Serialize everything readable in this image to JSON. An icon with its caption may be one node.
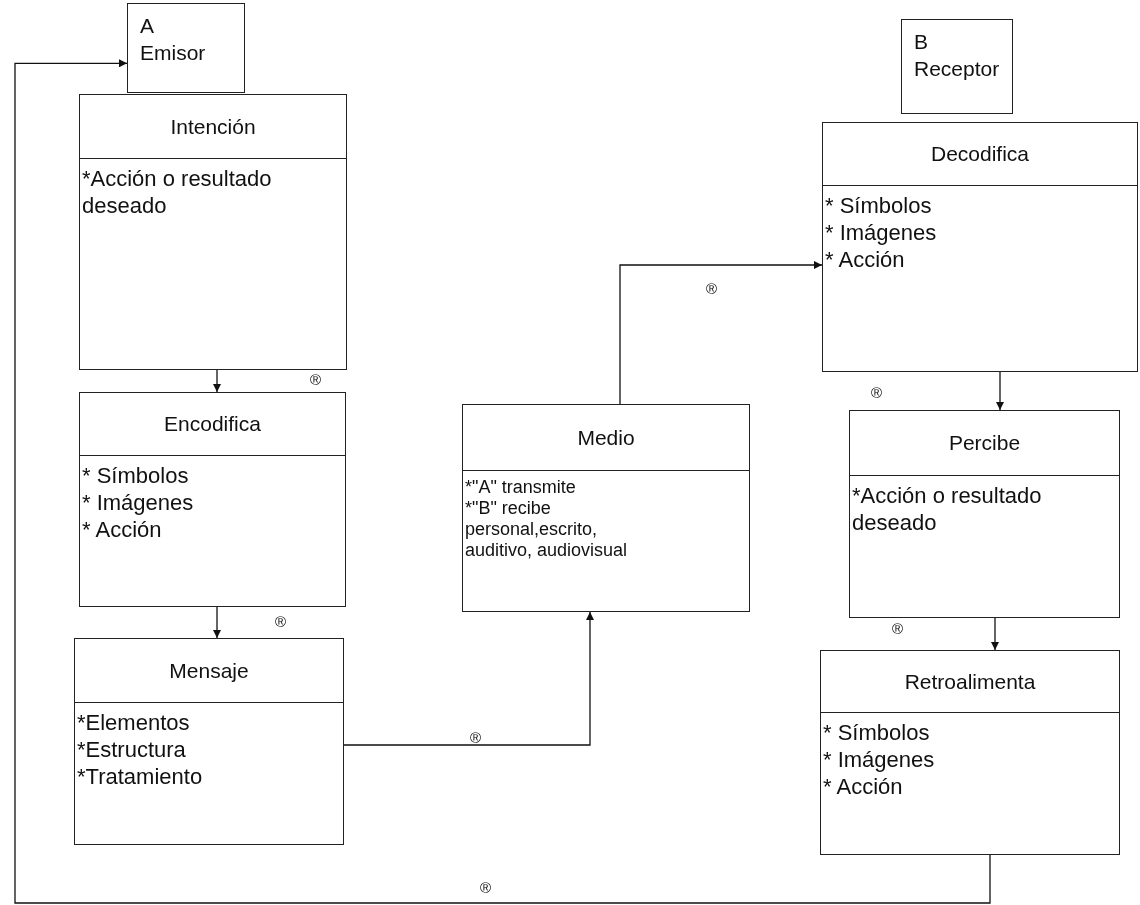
{
  "diagram": {
    "nodes": [
      {
        "text": [
          "A Emisor"
        ]
      },
      {
        "text": [
          "B Receptor"
        ]
      },
      {
        "text": [
          "Intención",
          "*Acción o resultado deseado"
        ]
      },
      {
        "text": [
          "Encodifica",
          "* Símbolos",
          "* Imágenes",
          "* Acción"
        ]
      },
      {
        "text": [
          "Mensaje",
          "*Elementos",
          "*Estructura",
          "*Tratamiento"
        ]
      },
      {
        "text": [
          "Medio",
          "*\"A\" transmite",
          "*\"B\" recibe",
          "personal,escrito, auditivo, audiovisual"
        ]
      },
      {
        "text": [
          "Decodifica",
          "* Símbolos",
          "* Imágenes",
          "* Acción"
        ]
      },
      {
        "text": [
          "Percibe",
          "*Acción o resultado deseado"
        ]
      },
      {
        "text": [
          "Retroalimenta",
          "* Símbolos",
          "* Imágenes",
          "* Acción"
        ]
      }
    ],
    "edges": [
      {
        "from": 2,
        "to": 3,
        "arrow": "to"
      },
      {
        "from": 3,
        "to": 4,
        "arrow": "to"
      },
      {
        "from": 4,
        "to": 5,
        "arrow": "to"
      },
      {
        "from": 5,
        "to": 6,
        "arrow": "to"
      },
      {
        "from": 6,
        "to": 7,
        "arrow": "to"
      },
      {
        "from": 7,
        "to": 8,
        "arrow": "to"
      },
      {
        "from": 8,
        "to": 0,
        "arrow": "to"
      }
    ],
    "labels": [
      "®",
      "®",
      "®",
      "®",
      "®",
      "®",
      "®"
    ]
  }
}
